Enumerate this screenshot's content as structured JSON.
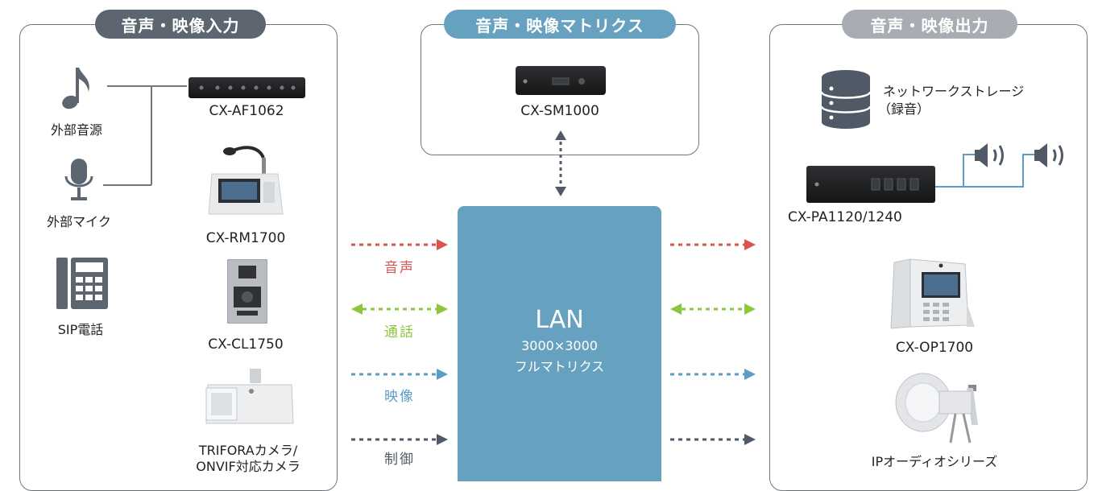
{
  "input_panel": {
    "title": "音声・映像入力",
    "ext_audio_label": "外部音源",
    "ext_mic_label": "外部マイク",
    "sip_label": "SIP電話",
    "af_model": "CX-AF1062",
    "rm_model": "CX-RM1700",
    "cl_model": "CX-CL1750",
    "camera_line1": "TRIFORAカメラ/",
    "camera_line2": "ONVIF対応カメラ"
  },
  "matrix_panel": {
    "title": "音声・映像マトリクス",
    "model": "CX-SM1000"
  },
  "output_panel": {
    "title": "音声・映像出力",
    "storage_line1": "ネットワークストレージ",
    "storage_line2": "（録音）",
    "pa_model": "CX-PA1120/1240",
    "op_model": "CX-OP1700",
    "ip_audio_label": "IPオーディオシリーズ"
  },
  "lan": {
    "title": "LAN",
    "sub1": "3000×3000",
    "sub2": "フルマトリクス"
  },
  "flows": {
    "audio": "音声",
    "talk": "通話",
    "video": "映像",
    "control": "制御"
  },
  "colors": {
    "input_pill": "#5d6670",
    "matrix_pill": "#67a1c0",
    "output_pill": "#a7adb3",
    "audio": "#d9534f",
    "talk": "#8dc63f",
    "video": "#5b9ec4",
    "control": "#4f5a66"
  }
}
